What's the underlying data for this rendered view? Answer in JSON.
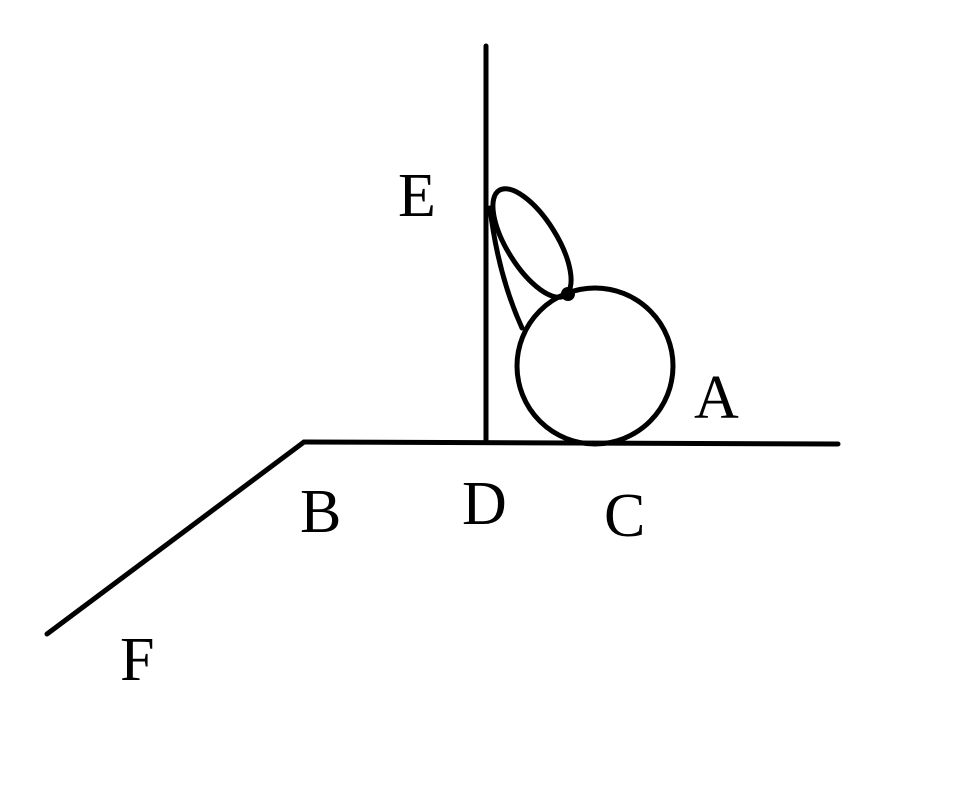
{
  "labels": {
    "A": "A",
    "B": "B",
    "C": "C",
    "D": "D",
    "E": "E",
    "F": "F"
  },
  "colors": {
    "stroke": "#000000",
    "background": "#ffffff"
  }
}
